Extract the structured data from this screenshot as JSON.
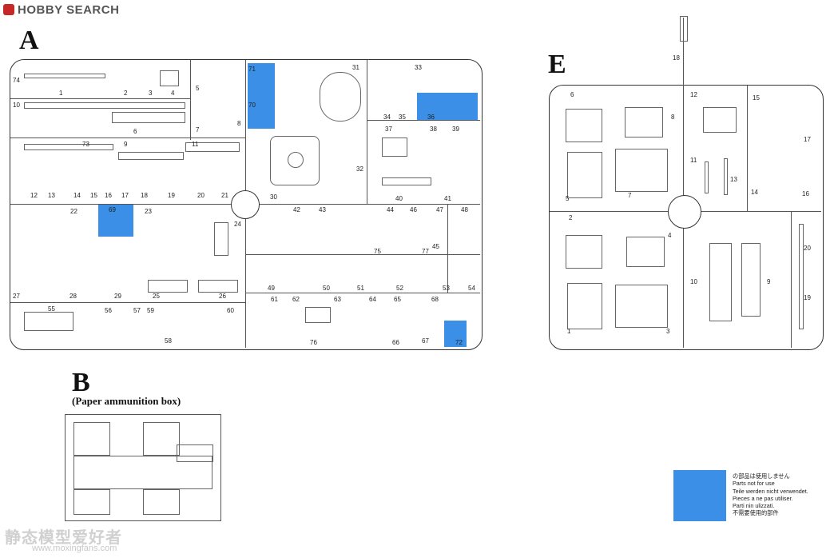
{
  "header": {
    "logo_text": "HOBBY SEARCH"
  },
  "sheet_a": {
    "letter": "A",
    "numbers": [
      "74",
      "1",
      "2",
      "3",
      "4",
      "5",
      "6",
      "7",
      "8",
      "9",
      "10",
      "11",
      "12",
      "13",
      "14",
      "15",
      "16",
      "17",
      "18",
      "19",
      "20",
      "21",
      "22",
      "23",
      "24",
      "25",
      "26",
      "27",
      "28",
      "29",
      "30",
      "31",
      "32",
      "33",
      "34",
      "35",
      "36",
      "37",
      "38",
      "39",
      "40",
      "41",
      "42",
      "43",
      "44",
      "45",
      "46",
      "47",
      "48",
      "49",
      "50",
      "51",
      "52",
      "53",
      "54",
      "55",
      "56",
      "57",
      "58",
      "59",
      "60",
      "61",
      "62",
      "63",
      "64",
      "65",
      "66",
      "67",
      "68",
      "69",
      "70",
      "71",
      "72",
      "73",
      "75",
      "76",
      "77"
    ]
  },
  "sheet_b": {
    "letter": "B",
    "subtitle": "(Paper ammunition box)"
  },
  "sheet_e": {
    "letter": "E",
    "numbers": [
      "1",
      "2",
      "3",
      "4",
      "5",
      "6",
      "7",
      "8",
      "9",
      "10",
      "11",
      "12",
      "13",
      "14",
      "15",
      "16",
      "17",
      "18",
      "19",
      "20"
    ]
  },
  "legend": {
    "color": "#3b8fe6",
    "lines": [
      "の部品は使用しません",
      "Parts not for use",
      "Teile werden nicht verwendet.",
      "Pieces a ne pas utiliser.",
      "Parti nin ulizzati.",
      "不需要使用的部件"
    ]
  },
  "watermark": {
    "chinese": "静态模型爱好者",
    "url": "www.moxingfans.com"
  }
}
